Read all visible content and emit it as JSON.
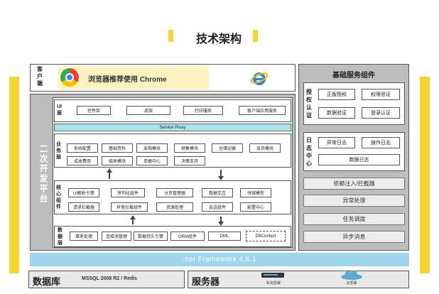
{
  "title": "技术架构",
  "colors": {
    "accent": "#f4d533",
    "panel": "#bdbdbd",
    "bar": "#9fd6ee",
    "proxy": "#a8e4ef",
    "chrome_bg": "#fdf3c2"
  },
  "client": {
    "label": "客户端",
    "chrome_text": "浏览器推荐使用 Chrome",
    "icons": [
      "chrome-icon",
      "ie-icon"
    ]
  },
  "side_label": "二次开发平台",
  "ui": {
    "label": "UI层",
    "items": [
      "控件库",
      "皮肤",
      "打印服务",
      "客户端应用服务"
    ]
  },
  "proxy": "Service Proxy",
  "business": {
    "label": "业务层",
    "row1": [
      "系统配置",
      "基础资料",
      "采购模块",
      "销售模块",
      "仓储运输",
      "会员模块"
    ],
    "row2": [
      "成本费用",
      "结来模块",
      "单据中心",
      "决策支持"
    ]
  },
  "core": {
    "label": "核心组件",
    "row1": [
      "UI解析引擎",
      "序列化组件",
      "分页管理器",
      "数据交互",
      "领域模型"
    ],
    "row2": [
      "请求拦截器",
      "异常拦截组件",
      "资源处理",
      "会话组件",
      "配置中心"
    ]
  },
  "data": {
    "label": "数据层",
    "items": [
      "事务处理",
      "连接池管理",
      "数据持久引擎",
      "ORM组件",
      "DML",
      "DBContext"
    ]
  },
  "right": {
    "title": "基础服务组件",
    "auth": {
      "label": "授权认证",
      "items": [
        "正版授权",
        "权限验证",
        "数据验证",
        "登录认证"
      ]
    },
    "log": {
      "label": "日志中心",
      "items": [
        "异常日志",
        "操作日志",
        "数据日志"
      ]
    },
    "services": [
      "依赖注入/拦截器",
      "异常处理",
      "任务调度",
      "异步消息"
    ]
  },
  "framework": ".net  Framework 4.6.1",
  "db": {
    "label": "数据库",
    "detail": "MSSQL 2008 R2 / Redis"
  },
  "server": {
    "label": "服务器",
    "items": [
      "私有部署",
      "云部署"
    ]
  }
}
